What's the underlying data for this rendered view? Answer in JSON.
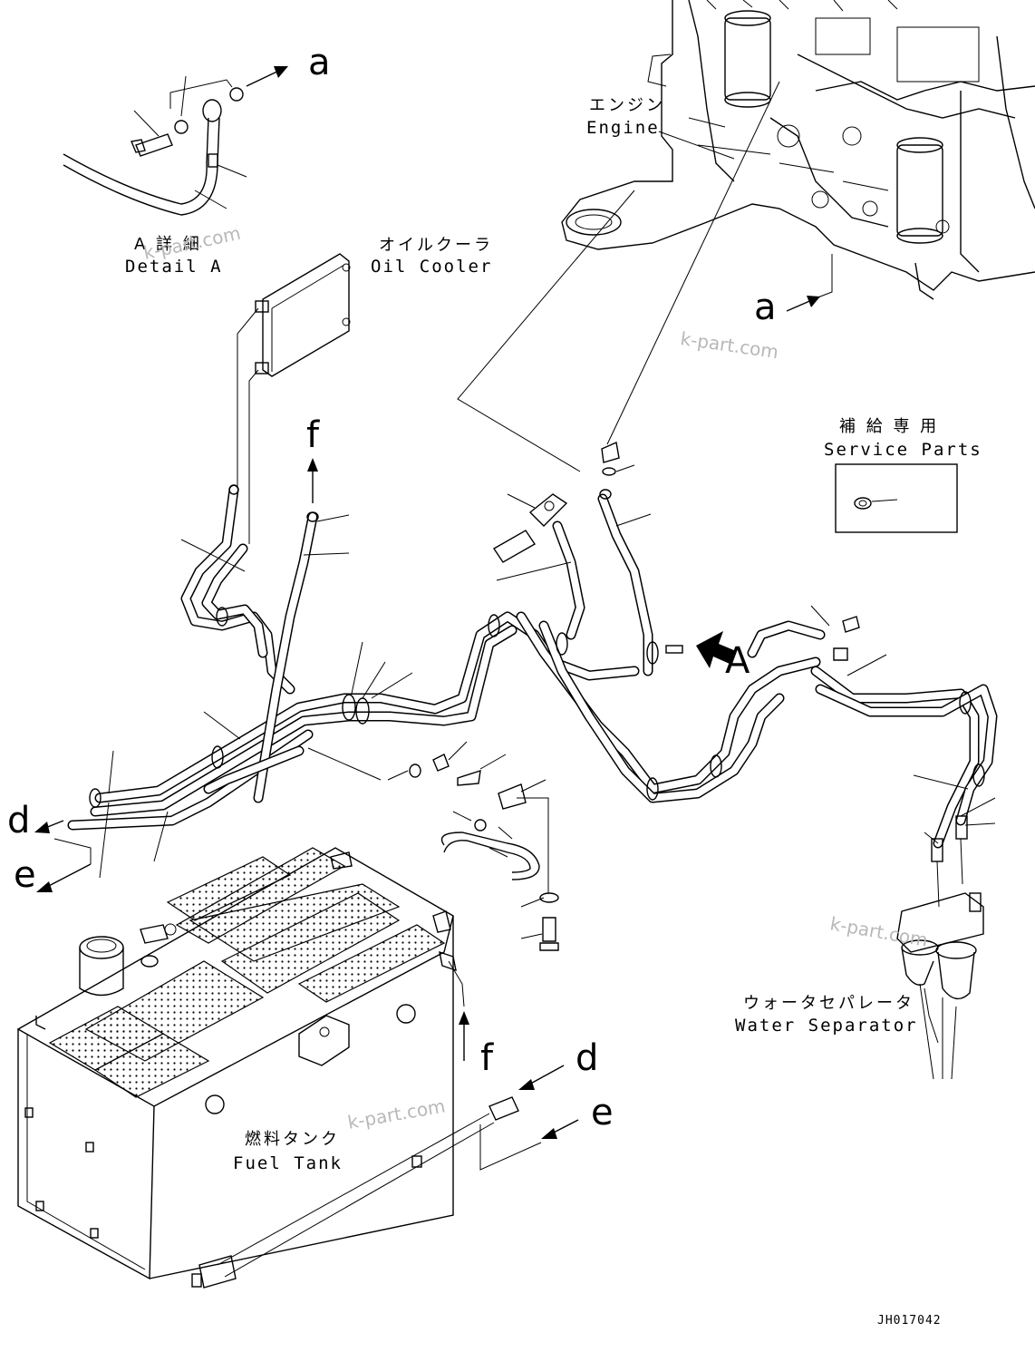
{
  "labels": {
    "engine_jp": "エンジン",
    "engine_en": "Engine",
    "oil_cooler_jp": "オイルクーラ",
    "oil_cooler_en": "Oil Cooler",
    "detail_a_jp": "A 詳 細",
    "detail_a_en": "Detail A",
    "service_parts_jp": "補 給 専 用",
    "service_parts_en": "Service Parts",
    "water_separator_jp": "ウォータセパレータ",
    "water_separator_en": "Water Separator",
    "fuel_tank_jp": "燃料タンク",
    "fuel_tank_en": "Fuel Tank"
  },
  "reference_letters": {
    "a": "a",
    "d": "d",
    "e": "e",
    "f": "f",
    "view_a": "A"
  },
  "watermark": "k-part.com",
  "drawing_code": "JH017042"
}
